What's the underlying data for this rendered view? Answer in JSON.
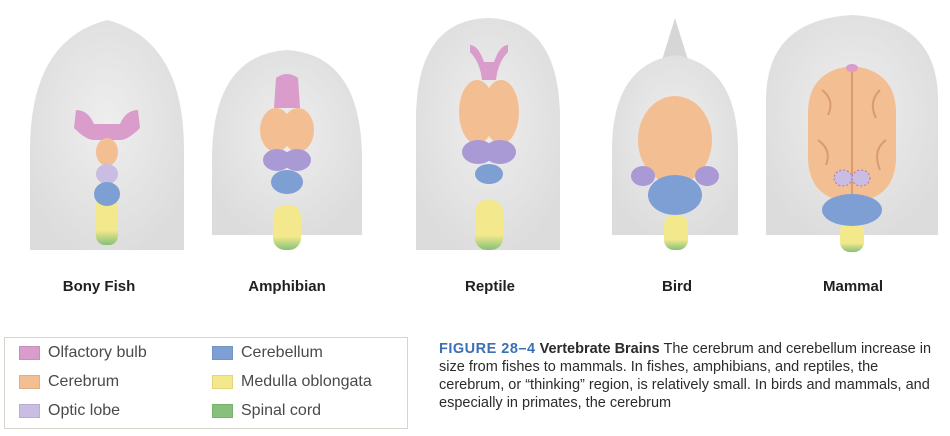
{
  "animals": [
    {
      "name": "Bony Fish"
    },
    {
      "name": "Amphibian"
    },
    {
      "name": "Reptile"
    },
    {
      "name": "Bird"
    },
    {
      "name": "Mammal"
    }
  ],
  "legend": [
    {
      "label": "Olfactory bulb",
      "color": "#d99ccb"
    },
    {
      "label": "Cerebellum",
      "color": "#7e9fd4"
    },
    {
      "label": "Cerebrum",
      "color": "#f4be93"
    },
    {
      "label": "Medulla oblongata",
      "color": "#f3e98c"
    },
    {
      "label": "Optic lobe",
      "color": "#c9bde3"
    },
    {
      "label": "Spinal cord",
      "color": "#86c07a"
    }
  ],
  "caption": {
    "figure_number": "FIGURE 28–4",
    "title": "Vertebrate Brains",
    "text": "The cerebrum and cerebellum increase in size from fishes to mammals. In fishes, amphibians, and reptiles, the cerebrum, or “thinking” region, is relatively small. In birds and mammals, and especially in primates, the cerebrum"
  },
  "colors": {
    "head": "#e4e4e4",
    "head_outline": "#cfcfcf",
    "olfactory": "#d99ccb",
    "cerebrum": "#f4be93",
    "optic": "#a99ad6",
    "cerebellum": "#7e9fd4",
    "medulla": "#f3e98c",
    "spinal": "#86c07a"
  }
}
